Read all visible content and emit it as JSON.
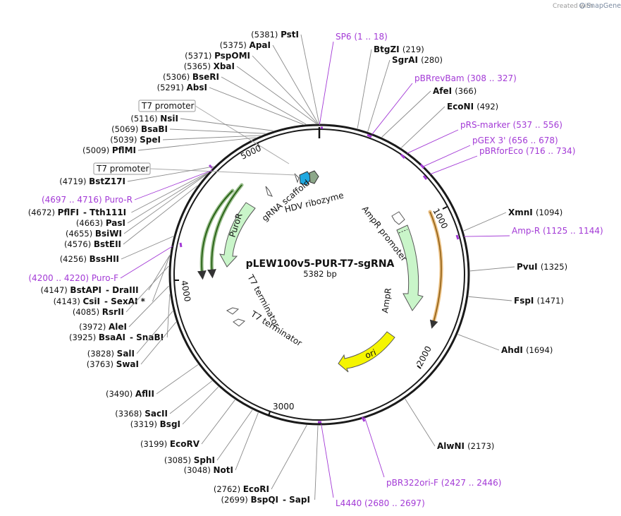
{
  "map": {
    "name": "pLEW100v5-PUR-T7-sgRNA",
    "size": "5382 bp",
    "credit": "Created with",
    "brand": "SnapGene"
  },
  "ticks": [
    "1000",
    "2000",
    "3000",
    "4000",
    "5000"
  ],
  "features": [
    {
      "label": "AmpR promoter"
    },
    {
      "label": "AmpR"
    },
    {
      "label": "ori"
    },
    {
      "label": "PuroR"
    },
    {
      "label": "gRNA scaffold"
    },
    {
      "label": "HDV ribozyme"
    },
    {
      "label": "T7 terminator"
    },
    {
      "label": "T7 terminator"
    }
  ],
  "boxed": [
    "T7 promoter",
    "T7 promoter"
  ],
  "sites_left": [
    {
      "pos": "(5381)",
      "name": "PstI"
    },
    {
      "pos": "(5375)",
      "name": "ApaI"
    },
    {
      "pos": "(5371)",
      "name": "PspOMI"
    },
    {
      "pos": "(5365)",
      "name": "XbaI"
    },
    {
      "pos": "(5306)",
      "name": "BseRI"
    },
    {
      "pos": "(5291)",
      "name": "AbsI"
    },
    {
      "pos": "(5116)",
      "name": "NsiI"
    },
    {
      "pos": "(5069)",
      "name": "BsaBI"
    },
    {
      "pos": "(5039)",
      "name": "SpeI"
    },
    {
      "pos": "(5009)",
      "name": "PflMI"
    },
    {
      "pos": "(4719)",
      "name": "BstZ17I"
    },
    {
      "pos": "(4672)",
      "name": "PflFI",
      "extra": "- Tth111I"
    },
    {
      "pos": "(4663)",
      "name": "PasI"
    },
    {
      "pos": "(4655)",
      "name": "BsiWI"
    },
    {
      "pos": "(4576)",
      "name": "BstEII"
    },
    {
      "pos": "(4256)",
      "name": "BssHII"
    },
    {
      "pos": "(4147)",
      "name": "BstAPI",
      "extra": "- DraIII"
    },
    {
      "pos": "(4143)",
      "name": "CsiI",
      "extra": "- SexAI *"
    },
    {
      "pos": "(4085)",
      "name": "RsrII"
    },
    {
      "pos": "(3972)",
      "name": "AleI"
    },
    {
      "pos": "(3925)",
      "name": "BsaAI",
      "extra": "- SnaBI"
    },
    {
      "pos": "(3828)",
      "name": "SalI"
    },
    {
      "pos": "(3763)",
      "name": "SwaI"
    },
    {
      "pos": "(3490)",
      "name": "AflII"
    },
    {
      "pos": "(3368)",
      "name": "SacII"
    },
    {
      "pos": "(3319)",
      "name": "BsgI"
    },
    {
      "pos": "(3199)",
      "name": "EcoRV"
    },
    {
      "pos": "(3085)",
      "name": "SphI"
    },
    {
      "pos": "(3048)",
      "name": "NotI"
    },
    {
      "pos": "(2762)",
      "name": "EcoRI"
    },
    {
      "pos": "(2699)",
      "name": "BspQI",
      "extra": "- SapI"
    }
  ],
  "sites_right": [
    {
      "name": "BtgZI",
      "pos": "(219)"
    },
    {
      "name": "SgrAI",
      "pos": "(280)"
    },
    {
      "name": "AfeI",
      "pos": "(366)"
    },
    {
      "name": "EcoNI",
      "pos": "(492)"
    },
    {
      "name": "XmnI",
      "pos": "(1094)"
    },
    {
      "name": "PvuI",
      "pos": "(1325)"
    },
    {
      "name": "FspI",
      "pos": "(1471)"
    },
    {
      "name": "AhdI",
      "pos": "(1694)"
    },
    {
      "name": "AlwNI",
      "pos": "(2173)"
    }
  ],
  "primers_left": [
    {
      "range": "(4697 .. 4716)",
      "name": "Puro-R"
    },
    {
      "range": "(4200 .. 4220)",
      "name": "Puro-F"
    }
  ],
  "primers_right": [
    {
      "name": "SP6",
      "range": "(1 .. 18)"
    },
    {
      "name": "pBRrevBam",
      "range": "(308 .. 327)"
    },
    {
      "name": "pRS-marker",
      "range": "(537 .. 556)"
    },
    {
      "name": "pGEX 3'",
      "range": "(656 .. 678)"
    },
    {
      "name": "pBRforEco",
      "range": "(716 .. 734)"
    },
    {
      "name": "Amp-R",
      "range": "(1125 .. 1144)"
    },
    {
      "name": "pBR322ori-F",
      "range": "(2427 .. 2446)"
    },
    {
      "name": "L4440",
      "range": "(2680 .. 2697)"
    }
  ],
  "colors": {
    "primer": "#a33ad6",
    "ampr": "#c9f5c9",
    "ori": "#f5f500",
    "puro": "#c9f5c9",
    "gradient_green": "#2f7a16",
    "gradient_orange": "#d98a1a",
    "grna": "#1fa8e0",
    "hdv": "#8da88a"
  }
}
